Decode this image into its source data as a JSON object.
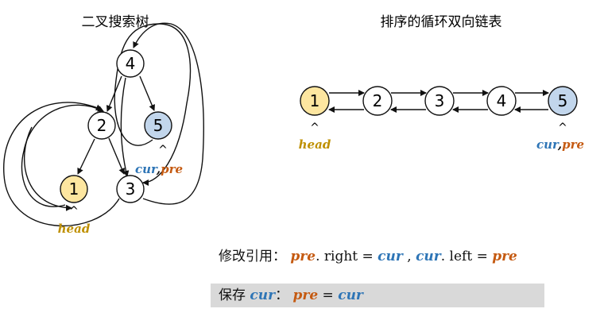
{
  "colors": {
    "head_node": "#fde6a0",
    "cur_node": "#c2d6ec",
    "pre_text": "#c55a11",
    "cur_text": "#2e75b6",
    "head_text": "#bf9000",
    "save_bg": "#d9d9d9"
  },
  "left": {
    "title": "二叉搜索树",
    "nodes": [
      "4",
      "2",
      "5",
      "1",
      "3"
    ],
    "head_label": "head",
    "cur_label": "cur",
    "comma": ",",
    "pre_label": "pre",
    "caret": "^"
  },
  "right": {
    "title": "排序的循环双向链表",
    "nodes": [
      "1",
      "2",
      "3",
      "4",
      "5"
    ],
    "head_label": "head",
    "cur_label": "cur",
    "comma": ",",
    "pre_label": "pre",
    "caret": "^"
  },
  "modify": {
    "label": "修改引用：",
    "pre": "pre",
    "right_part": ". right = ",
    "cur": "cur",
    "comma": " , ",
    "cur2": "cur",
    "left_part": ". left = ",
    "pre2": "pre"
  },
  "save": {
    "label": "保存 ",
    "cur": "cur",
    "colon": "：",
    "pre": "pre",
    "eq": " = ",
    "cur2": "cur"
  }
}
